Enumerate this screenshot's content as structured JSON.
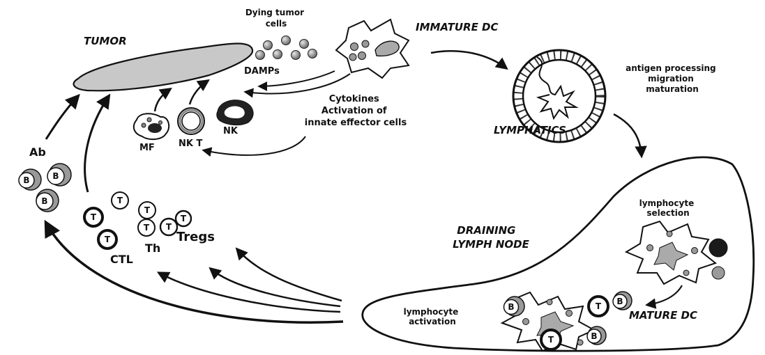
{
  "labels": {
    "tumor": "TUMOR",
    "dying_tumor_cells": [
      "Dying tumor",
      "cells"
    ],
    "damps": "DAMPs",
    "immature_dc": "IMMATURE DC",
    "antigen_processing": [
      "antigen processing",
      "migration",
      "maturation"
    ],
    "lymphatics": "LYMPHATICS",
    "cytokines": [
      "Cytokines",
      "Activation of",
      "innate effector cells"
    ],
    "mf": "MF",
    "nkt": "NK T",
    "nk": "NK",
    "ab": "Ab",
    "ctl": "CTL",
    "th": "Th",
    "tregs": "Tregs",
    "draining_lymph_node": [
      "DRAINING",
      "LYMPH NODE"
    ],
    "lymphocyte_selection": [
      "lymphocyte",
      "selection"
    ],
    "lymphocyte_activation": [
      "lymphocyte",
      "activation"
    ],
    "mature_dc": "MATURE DC"
  },
  "cells": {
    "b_letter": "B",
    "t_letter": "T"
  },
  "colors": {
    "stroke": "#111111",
    "tumor_fill": "#c8c8c8",
    "cell_gray": "#9a9a9a",
    "dark_fill": "#1a1a1a"
  }
}
